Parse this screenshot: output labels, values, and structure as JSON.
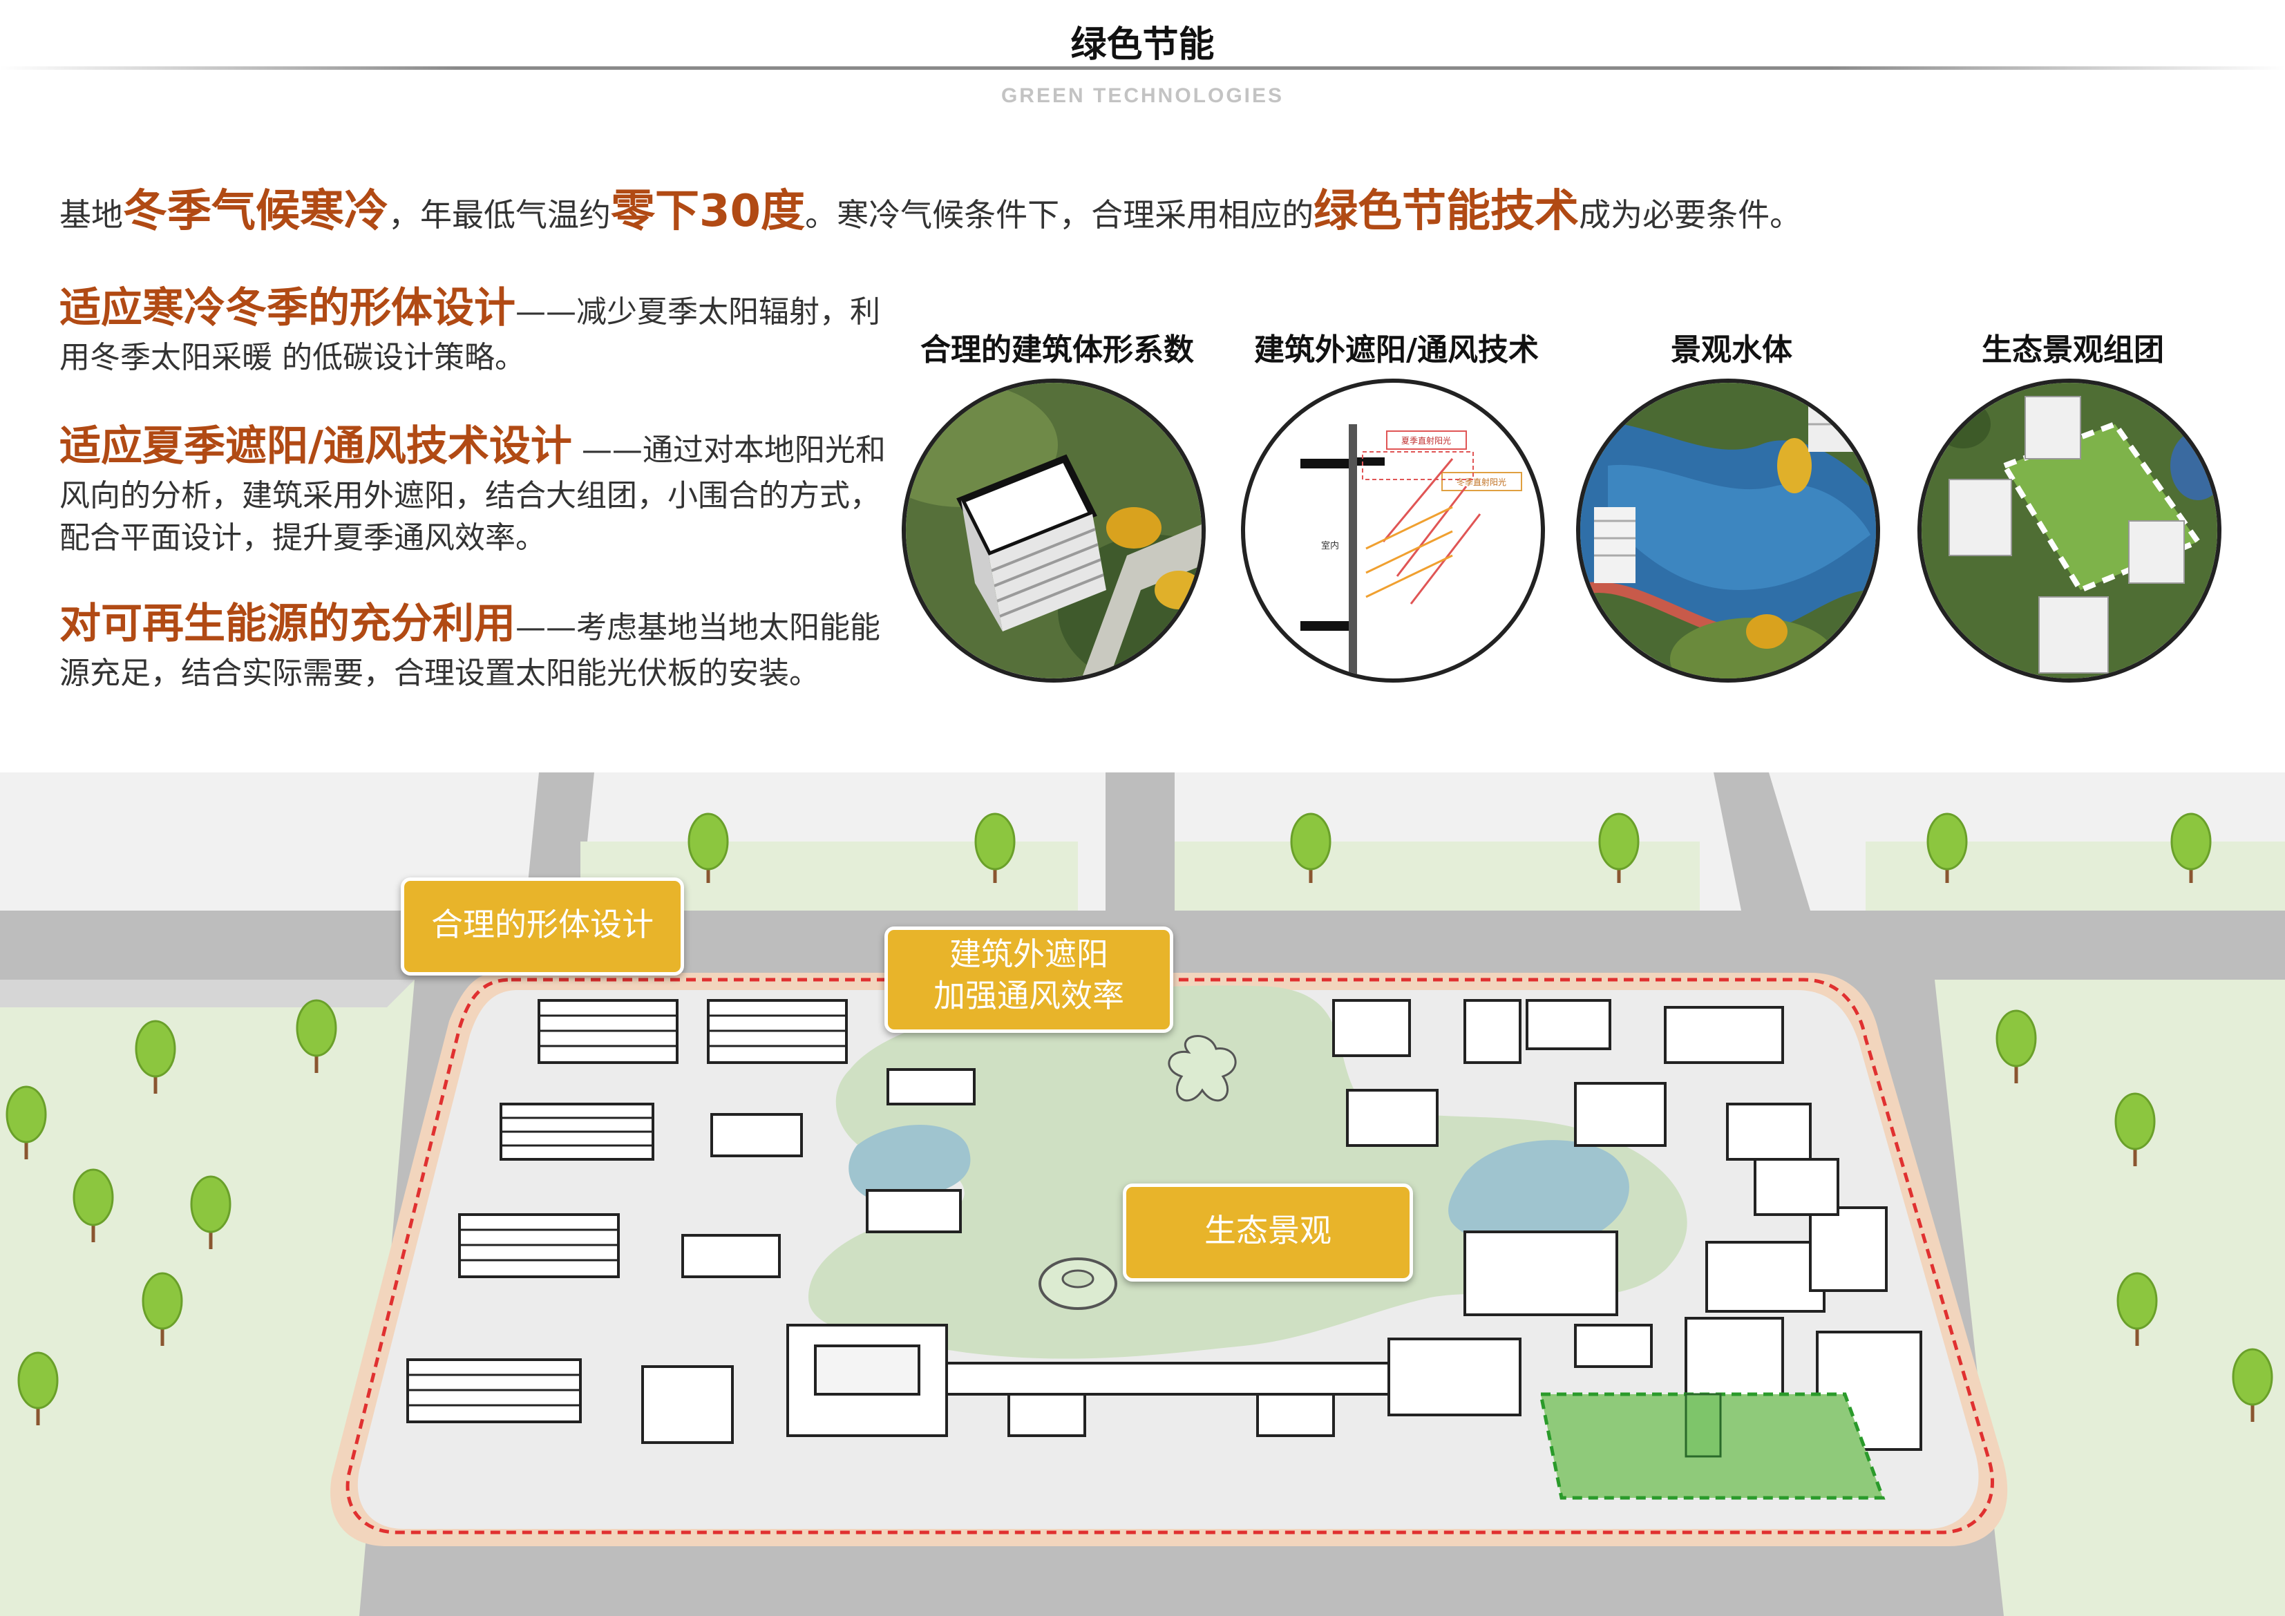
{
  "header": {
    "title": "绿色节能",
    "subtitle": "GREEN TECHNOLOGIES"
  },
  "intro": {
    "t1": "基地",
    "h1": "冬季气候寒冷",
    "t2": "，年最低气温约",
    "h2": "零下30度",
    "t3": "。寒冷气候条件下，合理采用相应的",
    "h3": "绿色节能技术",
    "t4": "成为必要条件。"
  },
  "paragraphs": [
    {
      "heading": "适应寒冷冬季的形体设计",
      "body": "——减少夏季太阳辐射，利用冬季太阳采暖 的低碳设计策略。"
    },
    {
      "heading": "适应夏季遮阳/通风技术设计",
      "body": " ——通过对本地阳光和风向的分析，建筑采用外遮阳，结合大组团，小围合的方式，配合平面设计，提升夏季通风效率。"
    },
    {
      "heading": "对可再生能源的充分利用",
      "body": "——考虑基地当地太阳能能源充足，结合实际需要，合理设置太阳能光伏板的安装。"
    }
  ],
  "circles": [
    {
      "label": "合理的建筑体形系数"
    },
    {
      "label": "建筑外遮阳/通风技术",
      "diagram": {
        "summer": "夏季直射阳光",
        "winter": "冬季直射阳光",
        "room": "室内"
      }
    },
    {
      "label": "景观水体"
    },
    {
      "label": "生态景观组团"
    }
  ],
  "map": {
    "callouts": {
      "form": "合理的形体设计",
      "shade1": "建筑外遮阳",
      "shade2": "加强通风效率",
      "eco": "生态景观"
    }
  },
  "colors": {
    "highlight": "#b14a14",
    "callout": "#e8b42a",
    "site_boundary": "#e03030",
    "tree": "#8cc63f"
  }
}
